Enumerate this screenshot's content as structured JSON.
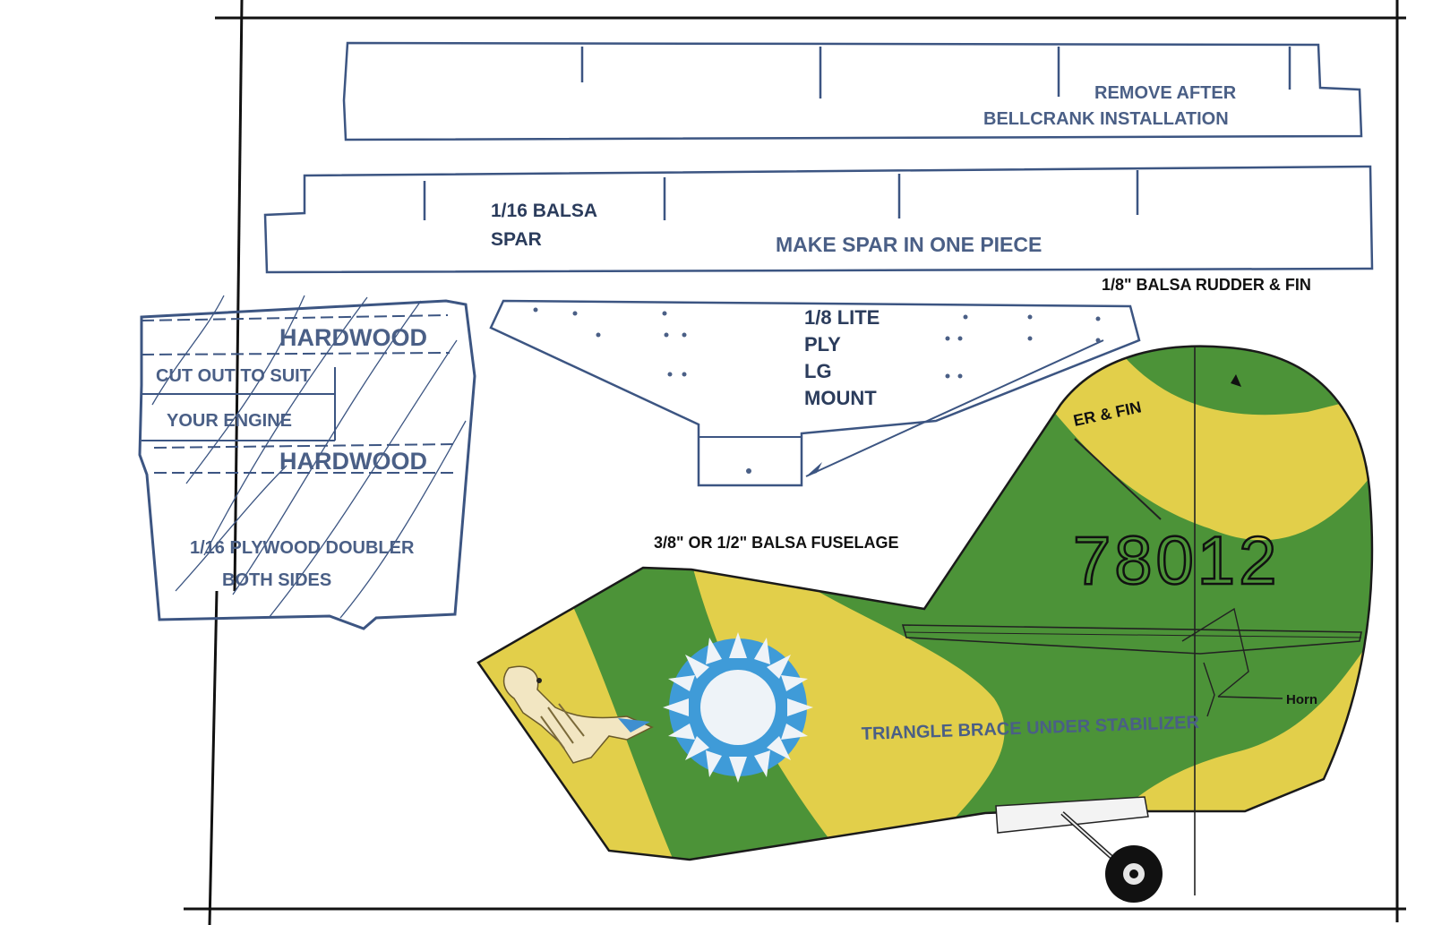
{
  "colors": {
    "outline": "#3c5582",
    "camo_green": "#4c9338",
    "camo_yellow": "#e2cf4a",
    "roundel_blue": "#3f9bd8",
    "roundel_white": "#eef3f8",
    "ink": "#111111"
  },
  "wing_top": {
    "note_line1": "REMOVE AFTER",
    "note_line2": "BELLCRANK INSTALLATION"
  },
  "spar": {
    "label_line1": "1/16 BALSA",
    "label_line2": "SPAR",
    "instruction": "MAKE SPAR IN ONE PIECE"
  },
  "rudder_caption": "1/8\" BALSA RUDDER & FIN",
  "mount": {
    "line1": "1/8 LITE",
    "line2": "PLY",
    "line3": "LG",
    "line4": "MOUNT"
  },
  "doubler": {
    "hardwood_top": "HARDWOOD",
    "cutout_line1": "CUT OUT TO SUIT",
    "cutout_line2": "YOUR ENGINE",
    "hardwood_bottom": "HARDWOOD",
    "doubler_line1": "1/16 PLYWOOD DOUBLER",
    "doubler_line2": "BOTH SIDES"
  },
  "fuselage_caption": "3/8\" OR 1/2\" BALSA FUSELAGE",
  "fuselage": {
    "tail_number": "78012",
    "fin_label": "ER & FIN",
    "horn_label": "Horn",
    "brace_label": "TRIANGLE BRACE UNDER STABILIZER",
    "insignia_icon": "sun-roundel-icon",
    "mascot_icon": "flying-tiger-icon"
  }
}
